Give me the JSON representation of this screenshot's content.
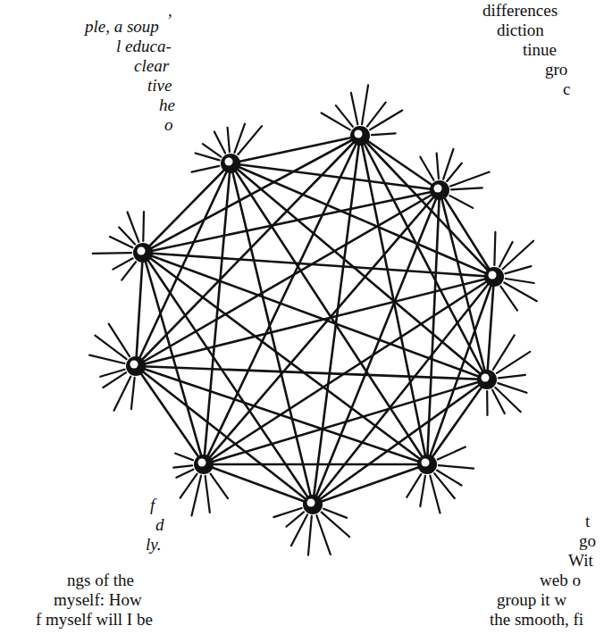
{
  "diagram": {
    "labels": [
      ",",
      "ple, a soup",
      "l educa-",
      "clear",
      "tive",
      "he",
      "o",
      "f",
      "d",
      "ly.",
      "ngs of the",
      "myself: How",
      "f myself will I be",
      "differences",
      "diction",
      "tinue",
      "gro",
      "c",
      "t",
      "go",
      "Wit",
      "web o",
      "group it w",
      "the smooth, fi"
    ]
  }
}
